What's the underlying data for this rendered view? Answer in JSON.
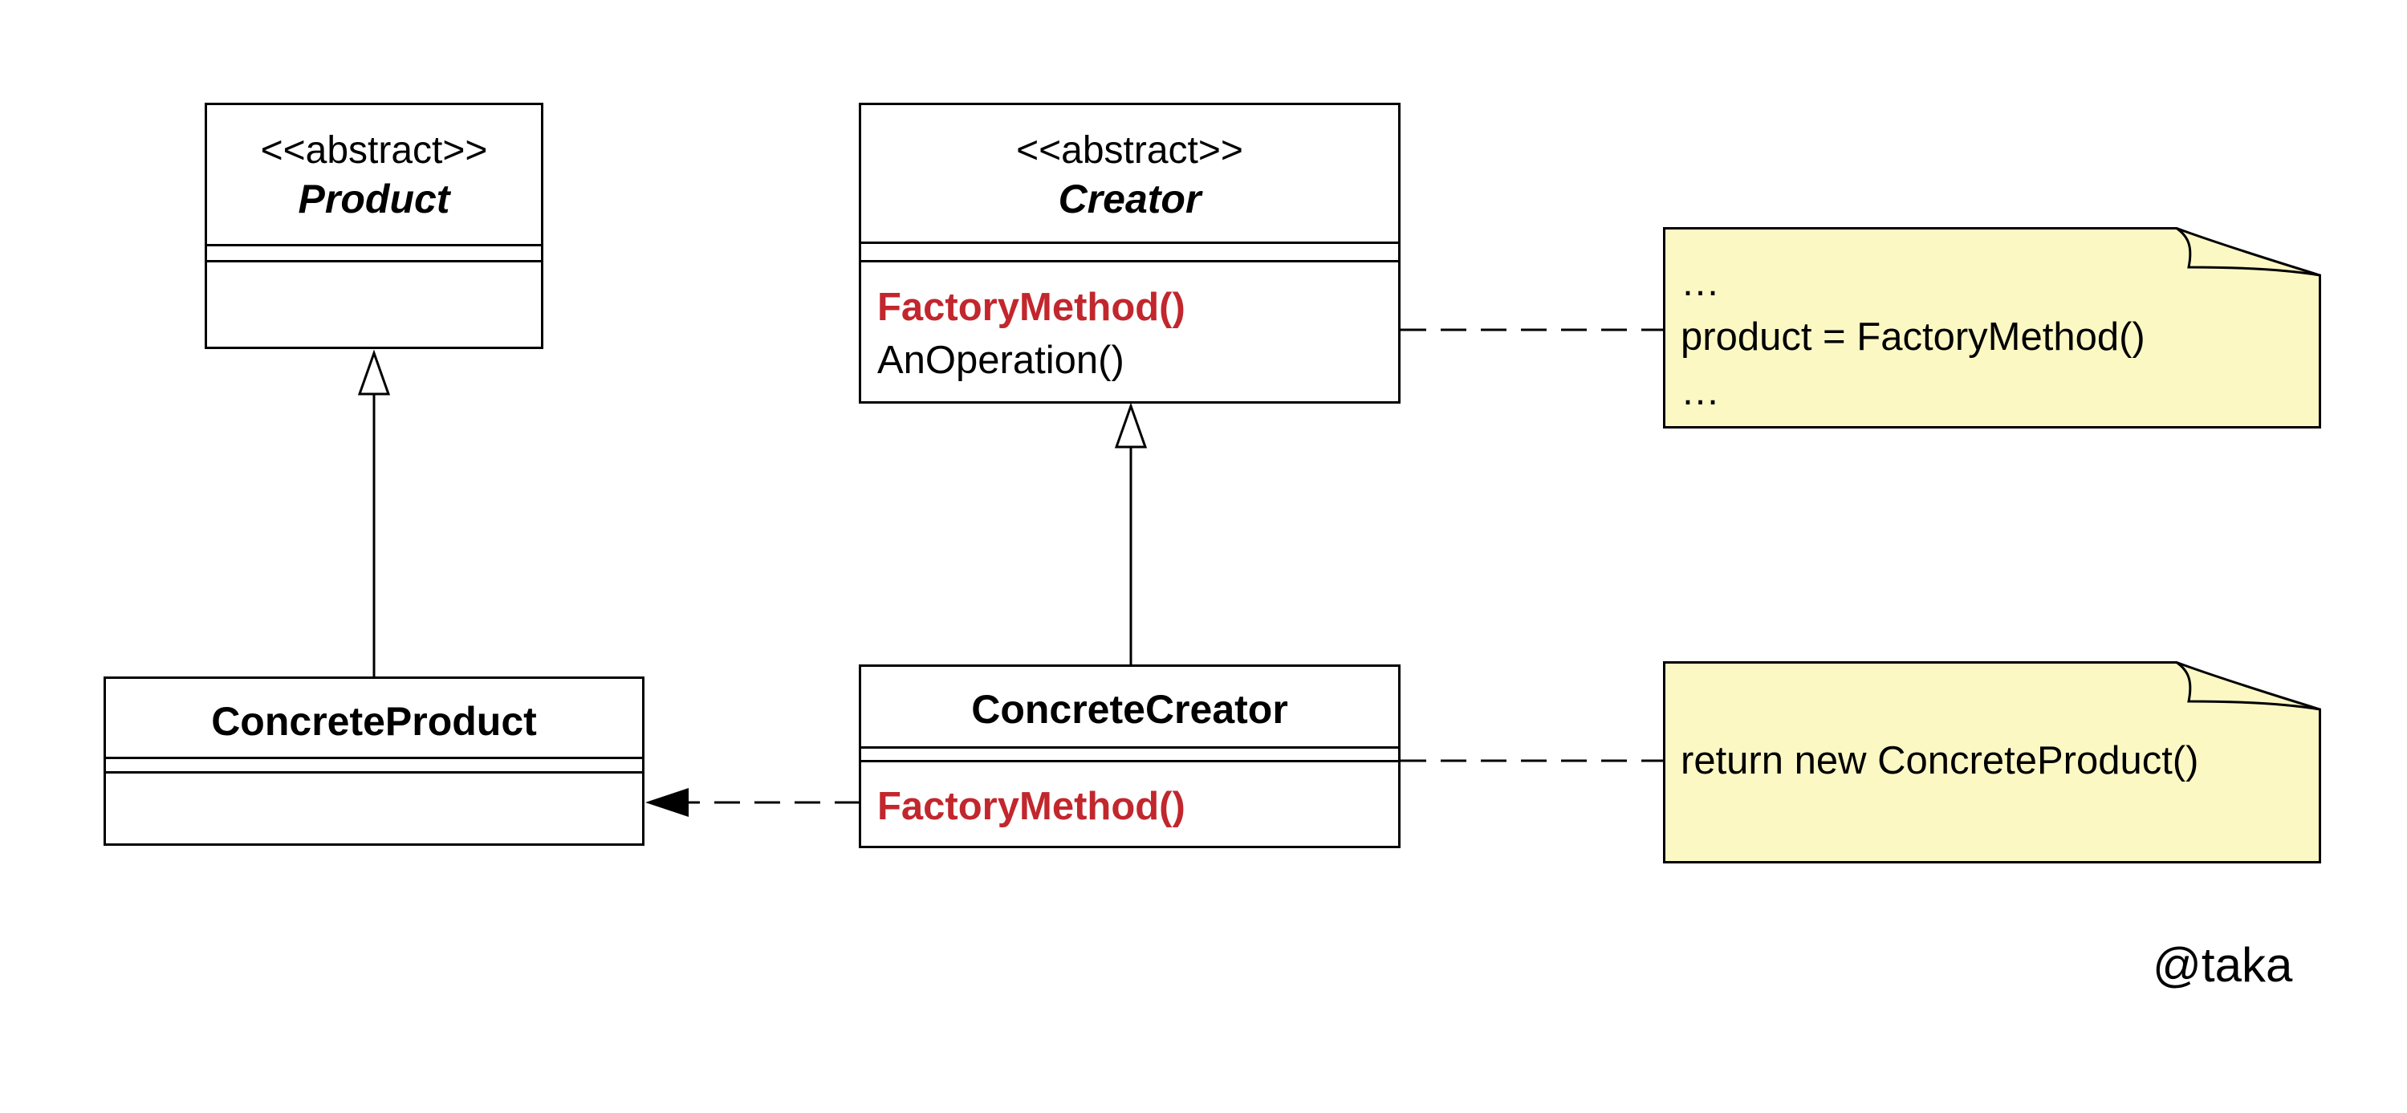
{
  "classes": {
    "product": {
      "stereotype": "<<abstract>>",
      "name": "Product",
      "members": []
    },
    "creator": {
      "stereotype": "<<abstract>>",
      "name": "Creator",
      "members": [
        {
          "text": "FactoryMethod()",
          "highlight": true
        },
        {
          "text": "AnOperation()",
          "highlight": false
        }
      ]
    },
    "concrete_product": {
      "name": "ConcreteProduct",
      "members": []
    },
    "concrete_creator": {
      "name": "ConcreteCreator",
      "members": [
        {
          "text": "FactoryMethod()",
          "highlight": true
        }
      ]
    }
  },
  "notes": {
    "creator_note": {
      "lines": [
        "…",
        "product = FactoryMethod()",
        "…"
      ]
    },
    "concrete_creator_note": {
      "lines": [
        "return new ConcreteProduct()"
      ]
    }
  },
  "relations": [
    {
      "from": "ConcreteProduct",
      "to": "Product",
      "kind": "generalization"
    },
    {
      "from": "ConcreteCreator",
      "to": "Creator",
      "kind": "generalization"
    },
    {
      "from": "ConcreteCreator",
      "to": "ConcreteProduct",
      "kind": "dependency"
    },
    {
      "from": "Creator",
      "to": "creator_note",
      "kind": "note-anchor"
    },
    {
      "from": "ConcreteCreator",
      "to": "concrete_creator_note",
      "kind": "note-anchor"
    }
  ],
  "author": "@taka",
  "colors": {
    "line": "#000000",
    "highlight_text": "#c1272d",
    "note_fill": "#fbf8c4",
    "background": "#ffffff"
  }
}
